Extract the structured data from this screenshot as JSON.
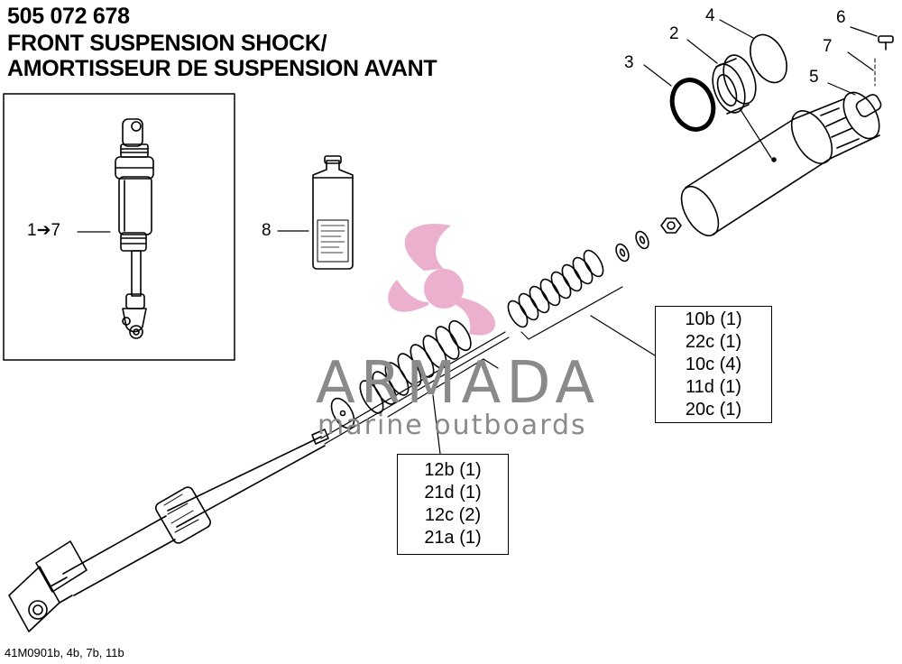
{
  "header": {
    "part_number": "505 072 678",
    "title_en": "FRONT SUSPENSION SHOCK/",
    "title_fr": "AMORTISSEUR DE SUSPENSION AVANT"
  },
  "callouts": {
    "assembly": "1➔7",
    "c2": "2",
    "c3": "3",
    "c4": "4",
    "c5": "5",
    "c6": "6",
    "c7": "7",
    "c8": "8"
  },
  "ref_box_right": [
    "10b (1)",
    "22c (1)",
    "10c (4)",
    "11d (1)",
    "20c (1)"
  ],
  "ref_box_bottom": [
    "12b (1)",
    "21d (1)",
    "12c (2)",
    "21a (1)"
  ],
  "watermark": {
    "brand": "ARMADA",
    "tagline": "marine outboards",
    "color": "#e8a8c8"
  },
  "footer": "41M0901b, 4b, 7b, 11b"
}
